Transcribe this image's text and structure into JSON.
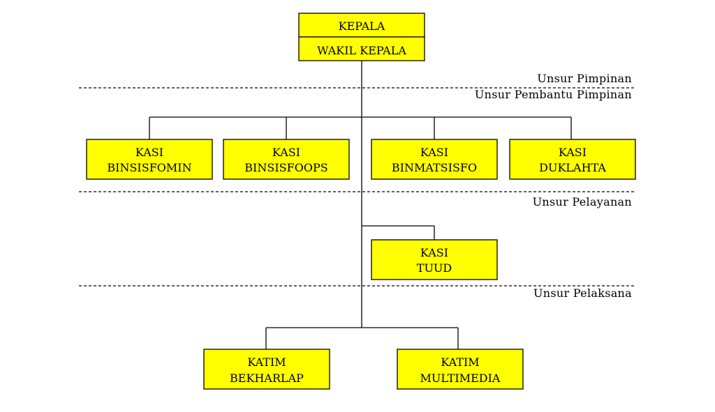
{
  "colors": {
    "box_fill": "#ffff00",
    "line": "#000000",
    "background": "#ffffff"
  },
  "sections": {
    "pimpinan": "Unsur Pimpinan",
    "pembantu_pimpinan": "Unsur Pembantu Pimpinan",
    "pelayanan": "Unsur Pelayanan",
    "pelaksana": "Unsur Pelaksana"
  },
  "top": {
    "kepala": "KEPALA",
    "wakil_kepala": "WAKIL KEPALA"
  },
  "staff": [
    {
      "line1": "KASI",
      "line2": "BINSISFOMIN"
    },
    {
      "line1": "KASI",
      "line2": "BINSISFOOPS"
    },
    {
      "line1": "KASI",
      "line2": "BINMATSISFO"
    },
    {
      "line1": "KASI",
      "line2": "DUKLAHTA"
    }
  ],
  "service": {
    "line1": "KASI",
    "line2": "TUUD"
  },
  "executors": [
    {
      "line1": "KATIM",
      "line2": "BEKHARLAP"
    },
    {
      "line1": "KATIM",
      "line2": "MULTIMEDIA"
    }
  ]
}
